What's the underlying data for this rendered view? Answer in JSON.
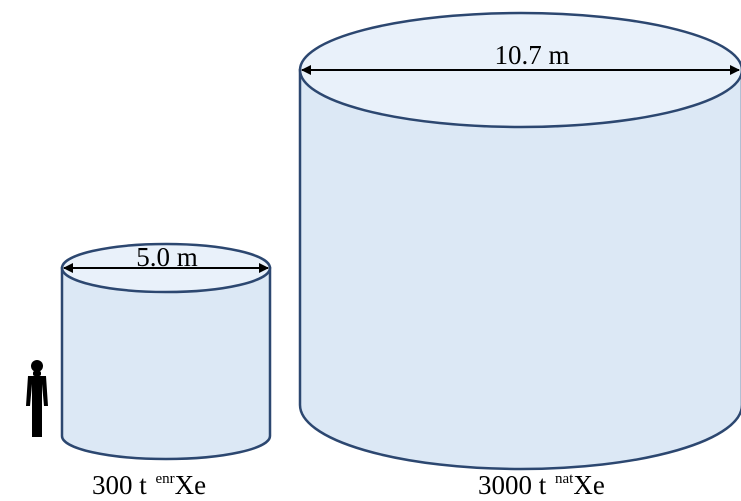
{
  "colors": {
    "fill": "#dce8f5",
    "top_fill": "#e9f1fa",
    "stroke": "#2c4770",
    "arrow": "#000000",
    "silhouette": "#000000"
  },
  "small_tank": {
    "diameter_label": "5.0 m",
    "mass": "300 t",
    "isotope_prefix": "enr",
    "element": "Xe"
  },
  "large_tank": {
    "diameter_label": "10.7 m",
    "mass": "3000 t",
    "isotope_prefix": "nat",
    "element": "Xe"
  },
  "person_icon": "person-silhouette-icon"
}
